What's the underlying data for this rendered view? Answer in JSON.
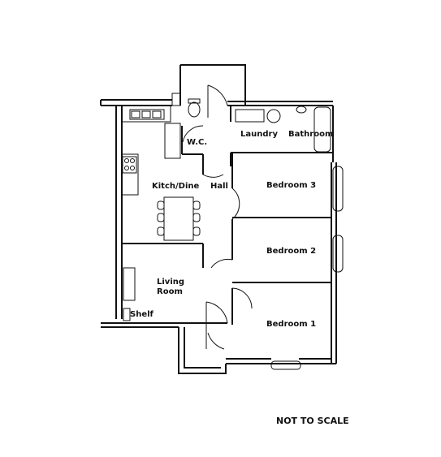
{
  "plan": {
    "rooms": {
      "laundry": "Laundry",
      "bathroom": "Bathroom",
      "wc": "W.C.",
      "kitchen": "Kitch/Dine",
      "hall": "Hall",
      "bedroom3": "Bedroom 3",
      "bedroom2": "Bedroom 2",
      "bedroom1": "Bedroom 1",
      "living_line1": "Living",
      "living_line2": "Room",
      "shelf": "Shelf"
    },
    "note": "NOT TO SCALE"
  }
}
